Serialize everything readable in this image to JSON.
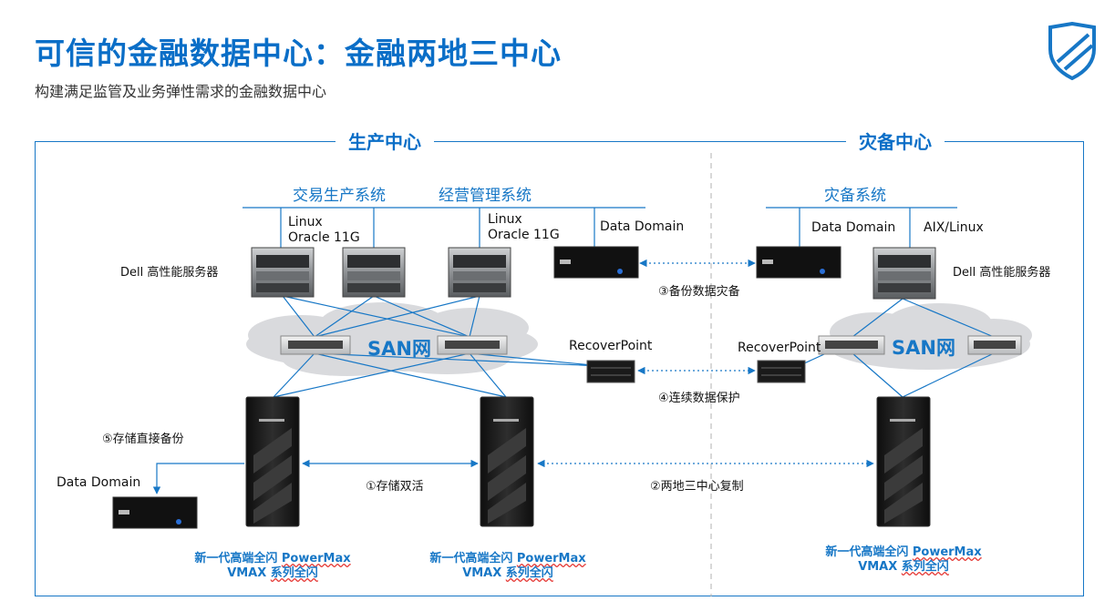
{
  "header": {
    "title": "可信的金融数据中心：金融两地三中心",
    "subtitle": "构建满足监管及业务弹性需求的金融数据中心"
  },
  "sections": {
    "production": "生产中心",
    "dr": "灾备中心"
  },
  "systems": {
    "trading": "交易生产系统",
    "management": "经营管理系统",
    "dr_system": "灾备系统"
  },
  "labels": {
    "linux1": "Linux",
    "oracle1": "Oracle 11G",
    "linux2": "Linux",
    "oracle2": "Oracle 11G",
    "data_domain_prod": "Data Domain",
    "data_domain_dr": "Data Domain",
    "aix_linux": "AIX/Linux",
    "dell_servers_prod": "Dell 高性能服务器",
    "dell_servers_dr": "Dell 高性能服务器",
    "san_prod": "SAN网",
    "san_dr": "SAN网",
    "recoverpoint_prod": "RecoverPoint",
    "recoverpoint_dr": "RecoverPoint",
    "data_domain_backup": "Data Domain"
  },
  "flows": {
    "backup_dr": "③备份数据灾备",
    "cdp": "④连续数据保护",
    "storage_backup": "⑤存储直接备份",
    "active_active": "①存储双活",
    "three_center_replication": "②两地三中心复制"
  },
  "captions": {
    "vmax1_line1_prefix": "新一代高端全闪 ",
    "vmax1_line1_product": "PowerMax",
    "vmax1_line2_prefix": "VMAX ",
    "vmax1_line2_suffix": "系列全闪",
    "vmax2_line1_prefix": "新一代高端全闪 ",
    "vmax2_line1_product": "PowerMax",
    "vmax2_line2_prefix": "VMAX ",
    "vmax2_line2_suffix": "系列全闪",
    "vmax3_line1_prefix": "新一代高端全闪 ",
    "vmax3_line1_product": "PowerMax",
    "vmax3_line2_prefix": "VMAX ",
    "vmax3_line2_suffix": "系列全闪"
  },
  "colors": {
    "brand_blue": "#0a6ec7",
    "line_blue": "#1777c6",
    "hardware_dark": "#1b1b1b",
    "cloud_gray": "#d9dadd"
  },
  "icons": {
    "logo": "shield-icon"
  }
}
